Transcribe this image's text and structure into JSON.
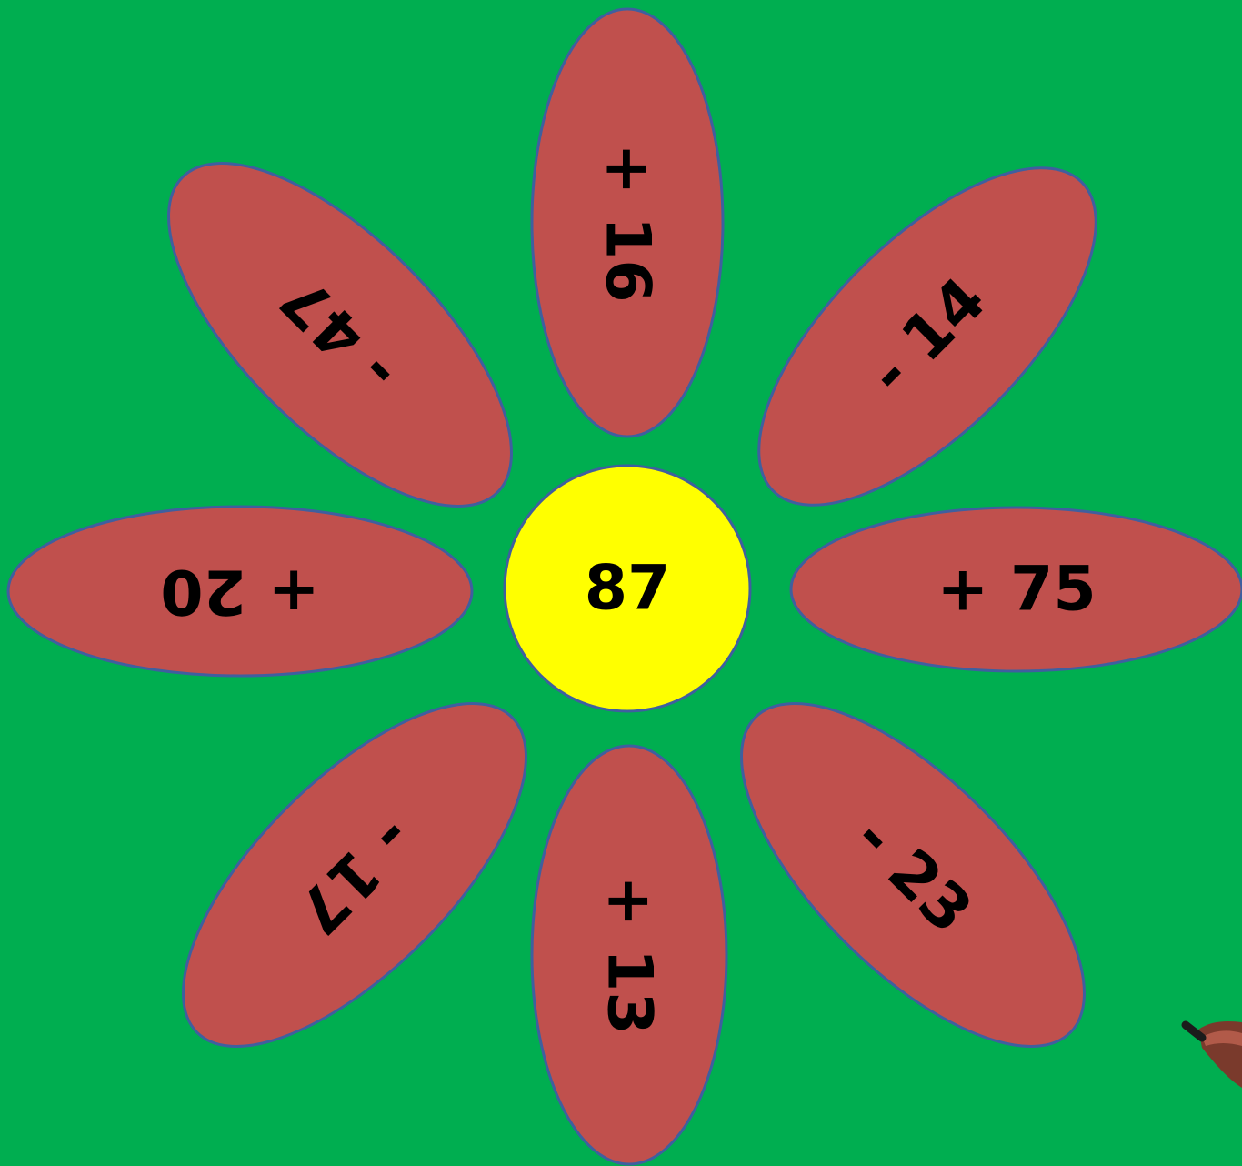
{
  "center": {
    "value": "87",
    "color": "#ffff00"
  },
  "petals": [
    {
      "label": "+ 16"
    },
    {
      "label": "- 14"
    },
    {
      "label": "+ 75"
    },
    {
      "label": "- 23"
    },
    {
      "label": "+ 13"
    },
    {
      "label": "- 17"
    },
    {
      "label": "+ 20"
    },
    {
      "label": "- 47"
    }
  ],
  "colors": {
    "background": "#00ae50",
    "petal": "#c0504d",
    "outline": "#3f5f9f"
  }
}
